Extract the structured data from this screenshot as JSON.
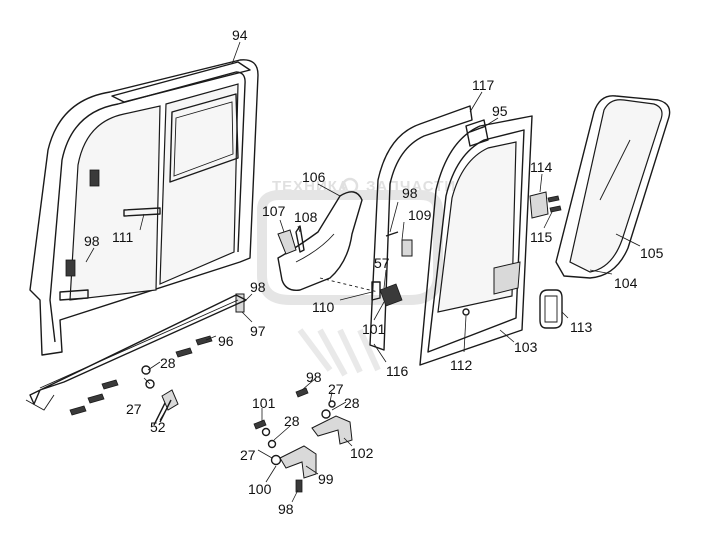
{
  "watermark": {
    "left_text": "ТЕХНИКА",
    "right_text": "ЗАПЧАСТИ"
  },
  "callouts": [
    {
      "id": "c94",
      "label": "94"
    },
    {
      "id": "c117",
      "label": "117"
    },
    {
      "id": "c95",
      "label": "95"
    },
    {
      "id": "c106",
      "label": "106"
    },
    {
      "id": "c98a",
      "label": "98"
    },
    {
      "id": "c114",
      "label": "114"
    },
    {
      "id": "c107",
      "label": "107"
    },
    {
      "id": "c108",
      "label": "108"
    },
    {
      "id": "c109",
      "label": "109"
    },
    {
      "id": "c111",
      "label": "111"
    },
    {
      "id": "c98b",
      "label": "98"
    },
    {
      "id": "c115",
      "label": "115"
    },
    {
      "id": "c105",
      "label": "105"
    },
    {
      "id": "c57",
      "label": "57"
    },
    {
      "id": "c104",
      "label": "104"
    },
    {
      "id": "c98c",
      "label": "98"
    },
    {
      "id": "c110",
      "label": "110"
    },
    {
      "id": "c113",
      "label": "113"
    },
    {
      "id": "c97",
      "label": "97"
    },
    {
      "id": "c101a",
      "label": "101"
    },
    {
      "id": "c96",
      "label": "96"
    },
    {
      "id": "c103",
      "label": "103"
    },
    {
      "id": "c112",
      "label": "112"
    },
    {
      "id": "c28a",
      "label": "28"
    },
    {
      "id": "c116",
      "label": "116"
    },
    {
      "id": "c98d",
      "label": "98"
    },
    {
      "id": "c27a",
      "label": "27"
    },
    {
      "id": "c27b",
      "label": "27"
    },
    {
      "id": "c28b",
      "label": "28"
    },
    {
      "id": "c101b",
      "label": "101"
    },
    {
      "id": "c52",
      "label": "52"
    },
    {
      "id": "c28c",
      "label": "28"
    },
    {
      "id": "c102",
      "label": "102"
    },
    {
      "id": "c27c",
      "label": "27"
    },
    {
      "id": "c99",
      "label": "99"
    },
    {
      "id": "c100",
      "label": "100"
    },
    {
      "id": "c98e",
      "label": "98"
    }
  ]
}
